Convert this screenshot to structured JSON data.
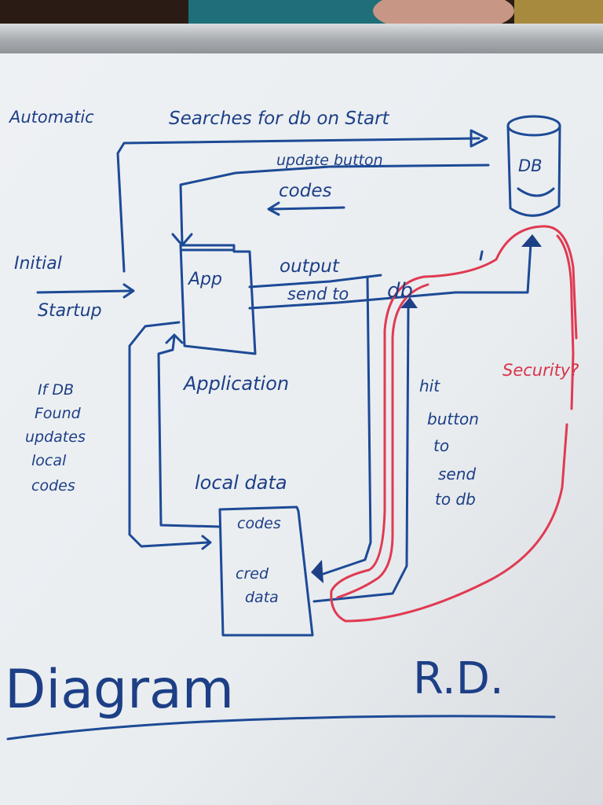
{
  "diagram": {
    "heading": {
      "automatic": "Automatic",
      "searches": "Searches for db on Start"
    },
    "db_label": "DB",
    "update_button": "update button",
    "codes_arrow": "codes",
    "initial": "Initial",
    "startup": "Startup",
    "app_label": "App",
    "output": "output",
    "send_to": "send to",
    "db_short": "db",
    "application": "Application",
    "if_db_found": [
      "If DB",
      "Found",
      "updates",
      "local",
      "codes"
    ],
    "local_data": "local data",
    "local_box": [
      "codes",
      "cred",
      "data"
    ],
    "hit_button": [
      "hit",
      "button",
      "to",
      "send",
      "to db"
    ],
    "security": "Security?",
    "title": "Diagram",
    "initials": "R.D."
  },
  "colors": {
    "whiteboard": "#f0f2f4",
    "frame": "#b8bcc0",
    "blue_marker": "#1d3f86",
    "red_marker": "#d8344a"
  }
}
